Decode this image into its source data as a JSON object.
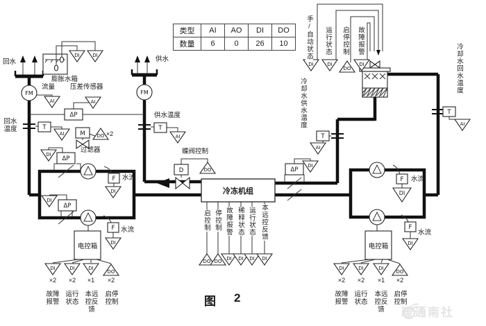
{
  "io": {
    "ai": "AI",
    "di": "DI",
    "do": "DO"
  },
  "table": {
    "type_label": "类型",
    "qty_label": "数量",
    "cols": [
      "AI",
      "AO",
      "DI",
      "DO"
    ],
    "qty": [
      "6",
      "0",
      "26",
      "10"
    ]
  },
  "devices": {
    "fm": "FM",
    "t": "T",
    "f": "F",
    "m": "M",
    "d": "D",
    "dp": "ΔP"
  },
  "counts": {
    "x2": "×2",
    "x1": "×1"
  },
  "labels": {
    "return_water": "回水",
    "supply_water": "供水",
    "flow": "流量",
    "expansion_tank": "膨胀水箱",
    "dp_sensor": "压差传感器",
    "return_temp": "回水温度",
    "supply_temp": "供水温度",
    "filter": "过滤器",
    "butterfly_valve_ctrl": "蝶阀控制",
    "chiller": "冷冻机组",
    "water_flow": "水流",
    "control_box": "电控箱",
    "start_ctrl": "启控制",
    "stop_ctrl": "停控制",
    "fault_alarm": "故障报警",
    "dilution_status": "稀释状态",
    "run_status": "运行状态",
    "local_remote_fb": "本远控反馈",
    "start_stop_ctrl": "启停控制",
    "manual_auto": "手/自动状态",
    "cw_supply_temp": "冷却水供水温度",
    "cw_return_temp": "冷却水回水温度"
  },
  "caption": {
    "fig": "图",
    "num": "2"
  },
  "watermark": {
    "text": "暖通南社"
  }
}
